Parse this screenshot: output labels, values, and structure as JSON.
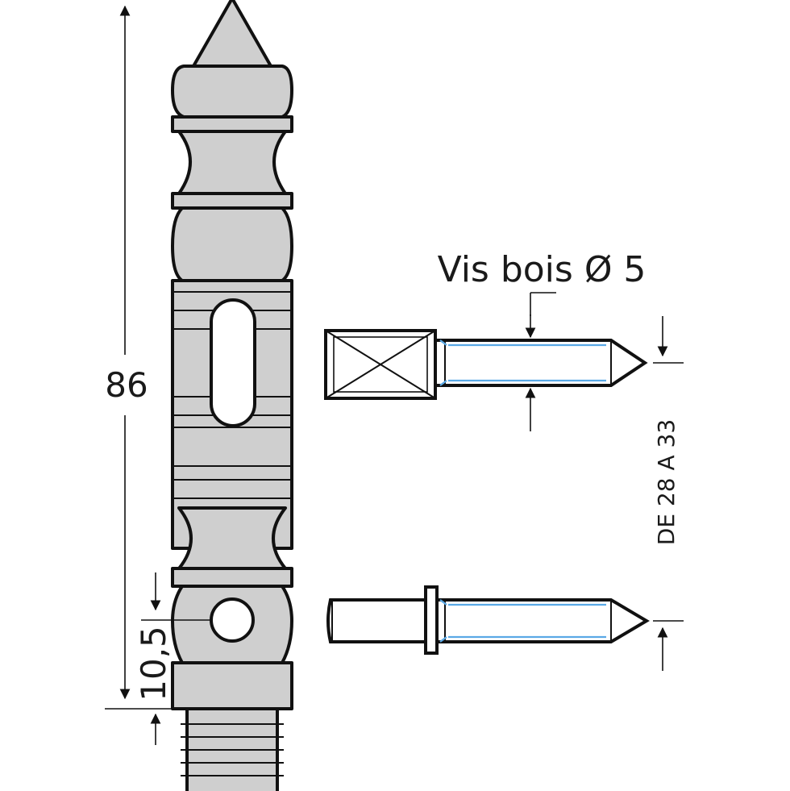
{
  "labels": {
    "overall_height": "86",
    "hole_offset": "10,5",
    "screw_label": "Vis bois Ø 5",
    "reference": "DE 28 A 33"
  },
  "colors": {
    "part_fill": "#cfcfcf",
    "outline": "#111111",
    "thread": "#5aa9e6",
    "background": "#ffffff"
  }
}
